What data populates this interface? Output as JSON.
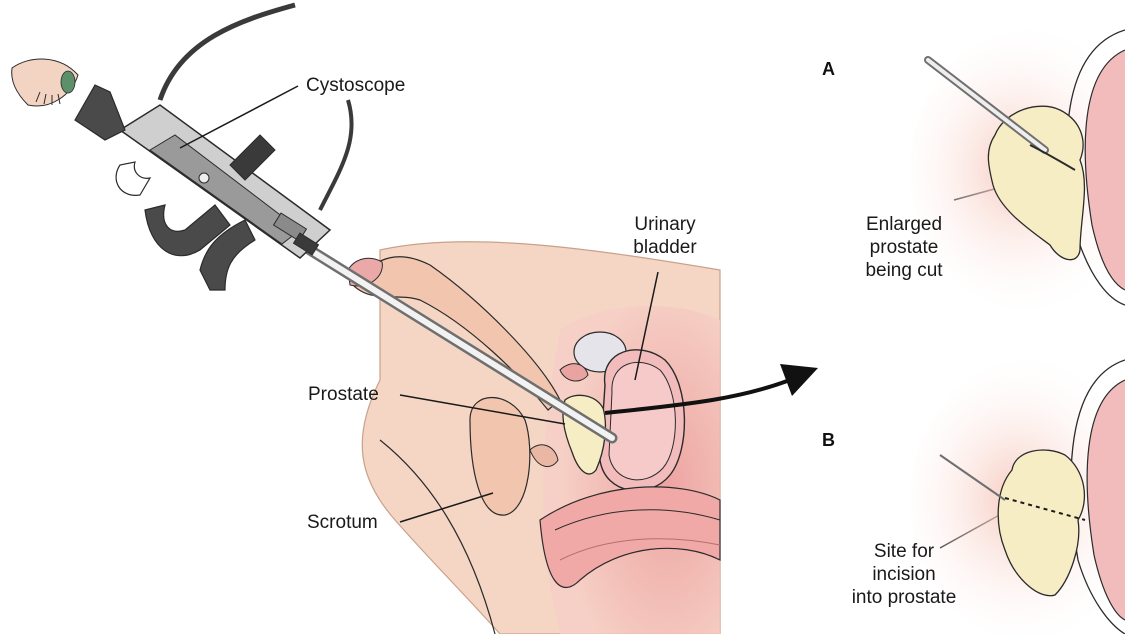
{
  "labels": {
    "cystoscope": "Cystoscope",
    "urinary_bladder": "Urinary\nbladder",
    "prostate": "Prostate",
    "scrotum": "Scrotum",
    "enlarged_prostate": "Enlarged\nprostate\nbeing cut",
    "incision_site": "Site for\nincision\ninto prostate"
  },
  "panels": {
    "a": "A",
    "b": "B"
  },
  "colors": {
    "skin": "#f5d6c4",
    "skin_dark": "#e6b59c",
    "tissue_pink": "#f0a9a6",
    "bladder_pink": "#f3bcbc",
    "prostate_yellow": "#f7edc4",
    "instrument_dark": "#3a3a3a",
    "instrument_mid": "#8a8a8a",
    "instrument_light": "#cfcfcf",
    "outline": "#2b2b2b"
  }
}
